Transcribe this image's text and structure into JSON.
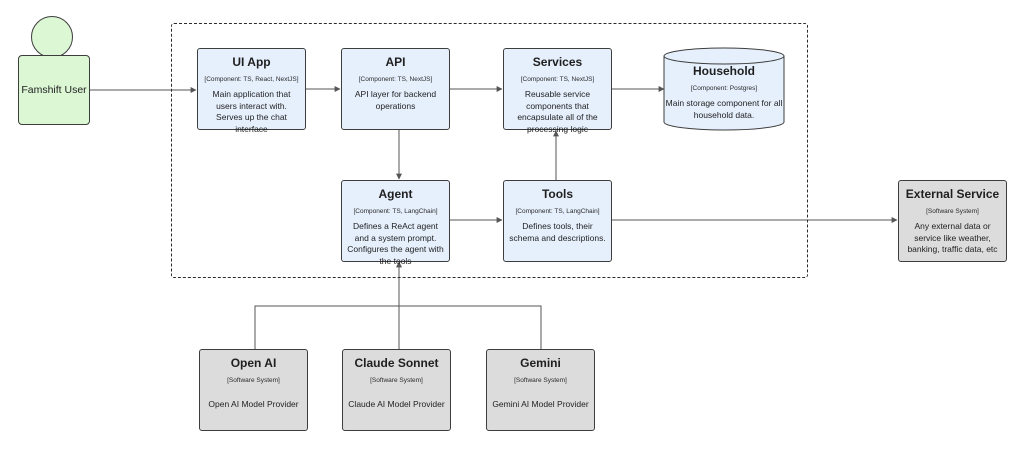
{
  "person": {
    "label": "Famshift User"
  },
  "components": {
    "ui_app": {
      "title": "UI App",
      "tech": "[Component: TS, React, NextJS]",
      "desc": "Main application that users interact with. Serves up the chat interface"
    },
    "api": {
      "title": "API",
      "tech": "[Component: TS, NextJS]",
      "desc": "API layer for backend operations"
    },
    "services": {
      "title": "Services",
      "tech": "[Component: TS, NextJS]",
      "desc": "Reusable service components that encapsulate all of the processing logic"
    },
    "household": {
      "title": "Household",
      "tech": "[Component: Postgres]",
      "desc": "Main storage component for all household data."
    },
    "agent": {
      "title": "Agent",
      "tech": "[Component: TS, LangChain]",
      "desc": "Defines a ReAct agent and a system prompt. Configures the agent with the tools"
    },
    "tools": {
      "title": "Tools",
      "tech": "[Component: TS, LangChain]",
      "desc": "Defines tools, their schema and descriptions."
    }
  },
  "external": {
    "external_service": {
      "title": "External Service",
      "tech": "[Software System]",
      "desc": "Any external data or service like weather, banking, traffic data, etc"
    },
    "openai": {
      "title": "Open AI",
      "tech": "[Software System]",
      "desc": "Open AI Model Provider"
    },
    "claude": {
      "title": "Claude Sonnet",
      "tech": "[Software System]",
      "desc": "Claude AI Model Provider"
    },
    "gemini": {
      "title": "Gemini",
      "tech": "[Software System]",
      "desc": "Gemini AI Model Provider"
    }
  },
  "colors": {
    "component_fill": "#e6f0fd",
    "external_fill": "#dcdcdc",
    "person_fill": "#dbf7d4",
    "stroke": "#3d3d3d",
    "connector": "#555555"
  }
}
